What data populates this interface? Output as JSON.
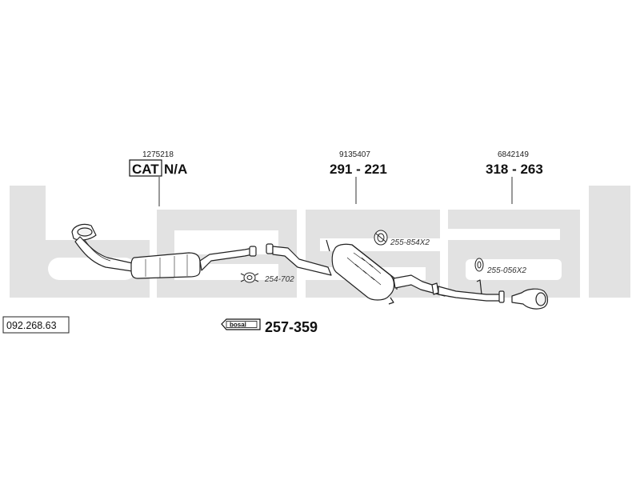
{
  "diagram": {
    "catalog_code": "092.268.63",
    "background_logo_letters": [
      "b",
      "o",
      "s",
      "a",
      "l"
    ],
    "front_section": {
      "ref_number": "1275218",
      "cat_badge": "CAT",
      "part_number": "N/A"
    },
    "middle_section": {
      "ref_number": "9135407",
      "part_number": "291 - 221"
    },
    "rear_section": {
      "ref_number": "6842149",
      "part_number": "318 - 263"
    },
    "fittings": {
      "clamp_front": "254-702",
      "hanger_middle": "255-854X2",
      "hanger_rear": "255-056X2"
    },
    "mounting_kit": {
      "logo_text": "bosal",
      "part_number": "257-359"
    }
  }
}
